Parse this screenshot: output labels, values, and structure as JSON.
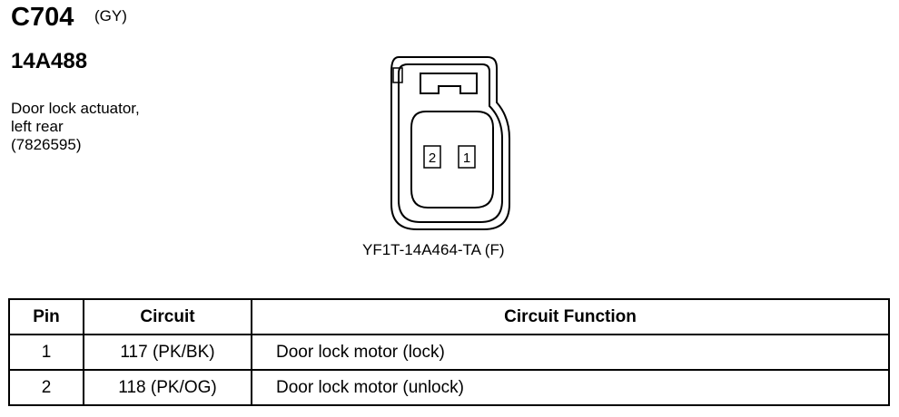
{
  "connector": {
    "id": "C704",
    "color_code": "(GY)",
    "part_number": "14A488",
    "description": [
      "Door lock actuator,",
      "left rear",
      "(7826595)"
    ],
    "connector_part": "YF1T-14A464-TA (F)",
    "pin_labels": [
      "2",
      "1"
    ]
  },
  "table": {
    "headers": [
      "Pin",
      "Circuit",
      "Circuit Function"
    ],
    "rows": [
      {
        "pin": "1",
        "circuit": "117 (PK/BK)",
        "function": "Door lock motor (lock)"
      },
      {
        "pin": "2",
        "circuit": "118 (PK/OG)",
        "function": "Door lock motor (unlock)"
      }
    ]
  }
}
